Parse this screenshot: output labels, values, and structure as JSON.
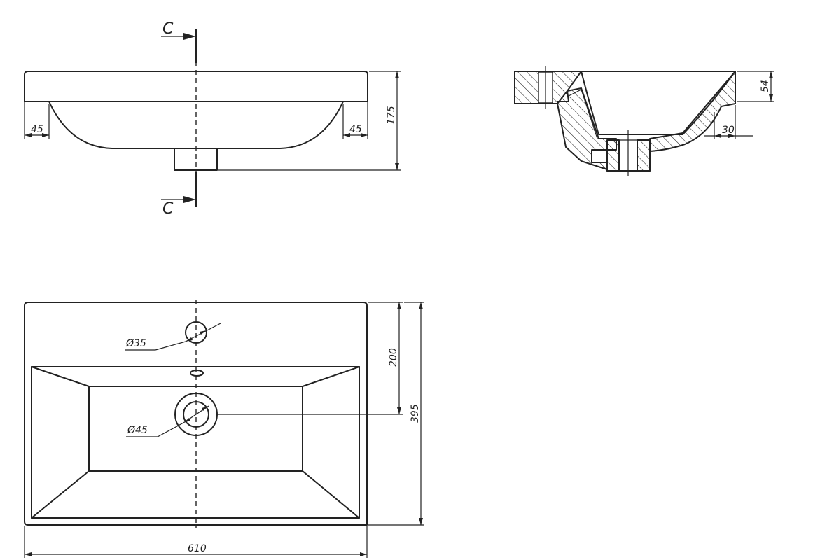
{
  "section_label": "C",
  "dims": {
    "rim_left": "45",
    "rim_right": "45",
    "height": "175",
    "side_depth": "54",
    "side_rim": "30",
    "tap_hole": "Ø35",
    "drain": "Ø45",
    "drain_offset": "200",
    "depth": "395",
    "width": "610"
  },
  "colors": {
    "line": "#222222",
    "background": "#ffffff"
  }
}
